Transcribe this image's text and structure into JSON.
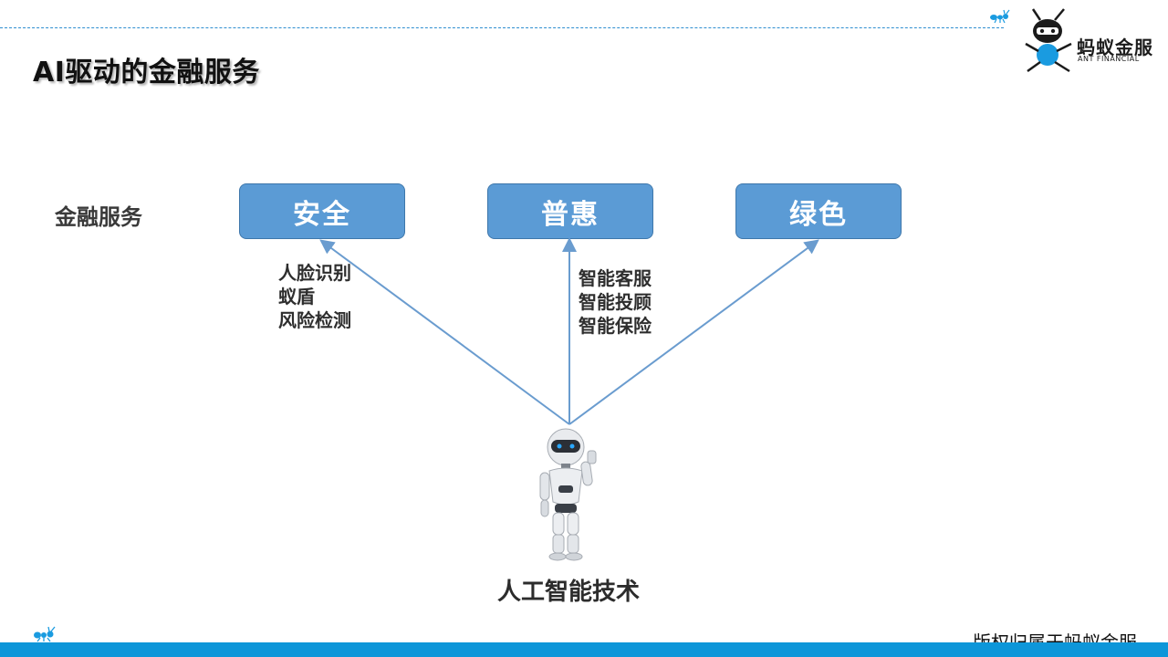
{
  "header": {
    "title": "AI驱动的金融服务",
    "logo_text": "蚂蚁金服",
    "logo_sub": "ANT FINANCIAL"
  },
  "diagram": {
    "row_label": "金融服务",
    "boxes": [
      "安全",
      "普惠",
      "绿色"
    ],
    "left_features": [
      "人脸识别",
      "蚁盾",
      "风险检测"
    ],
    "middle_features": [
      "智能客服",
      "智能投顾",
      "智能保险"
    ],
    "bottom_caption": "人工智能技术"
  },
  "footer": {
    "copyright": "版权归属于蚂蚁金服"
  },
  "colors": {
    "accent": "#5b9bd5",
    "arrow": "#6a9ccf",
    "footer_bar": "#0d96d9"
  },
  "icons": {
    "logo": "ant-logo-icon",
    "robot": "robot-icon"
  }
}
